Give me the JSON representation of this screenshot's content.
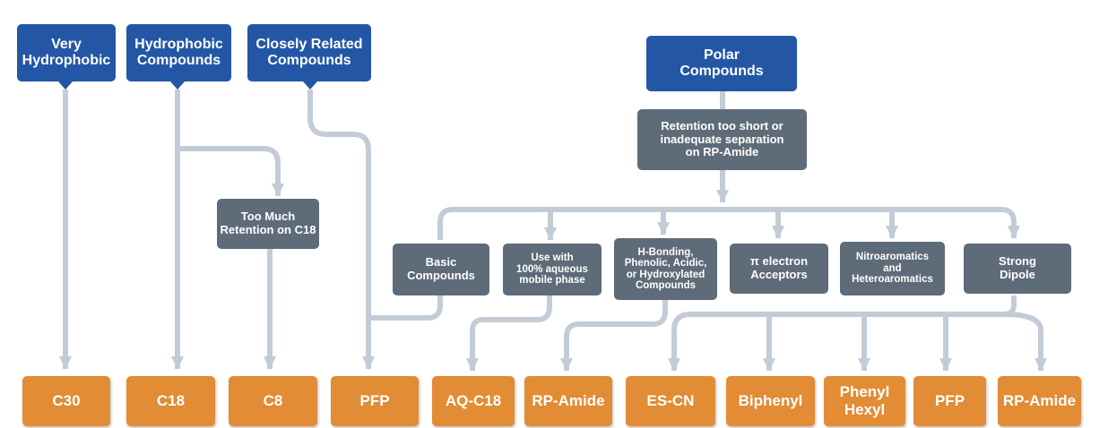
{
  "colors": {
    "top_category": "#2357a6",
    "condition": "#5e6b78",
    "phase": "#e28c35",
    "connector": "#c3ccd6"
  },
  "top_categories": [
    {
      "id": "very-hydrophobic",
      "label": "Very\nHydrophobic"
    },
    {
      "id": "hydrophobic-compounds",
      "label": "Hydrophobic\nCompounds"
    },
    {
      "id": "closely-related",
      "label": "Closely Related\nCompounds"
    },
    {
      "id": "polar-compounds",
      "label": "Polar\nCompounds"
    }
  ],
  "conditions": [
    {
      "id": "retention-too-short",
      "label": "Retention too short or\ninadequate separation\non RP-Amide"
    },
    {
      "id": "too-much-retention",
      "label": "Too Much\nRetention on C18"
    },
    {
      "id": "basic-compounds",
      "label": "Basic\nCompounds"
    },
    {
      "id": "aqueous-mobile-phase",
      "label": "Use with\n100% aqueous\nmobile phase"
    },
    {
      "id": "h-bonding",
      "label": "H-Bonding,\nPhenolic, Acidic,\nor Hydroxylated\nCompounds"
    },
    {
      "id": "pi-electron",
      "label": "π electron\nAcceptors"
    },
    {
      "id": "nitroaromatics",
      "label": "Nitroaromatics\nand\nHeteroaromatics"
    },
    {
      "id": "strong-dipole",
      "label": "Strong\nDipole"
    }
  ],
  "phases": [
    {
      "id": "c30",
      "label": "C30"
    },
    {
      "id": "c18",
      "label": "C18"
    },
    {
      "id": "c8",
      "label": "C8"
    },
    {
      "id": "pfp-1",
      "label": "PFP"
    },
    {
      "id": "aq-c18",
      "label": "AQ-C18"
    },
    {
      "id": "rp-amide-1",
      "label": "RP-Amide"
    },
    {
      "id": "es-cn",
      "label": "ES-CN"
    },
    {
      "id": "biphenyl",
      "label": "Biphenyl"
    },
    {
      "id": "phenyl-hexyl",
      "label": "Phenyl\nHexyl"
    },
    {
      "id": "pfp-2",
      "label": "PFP"
    },
    {
      "id": "rp-amide-2",
      "label": "RP-Amide"
    }
  ]
}
